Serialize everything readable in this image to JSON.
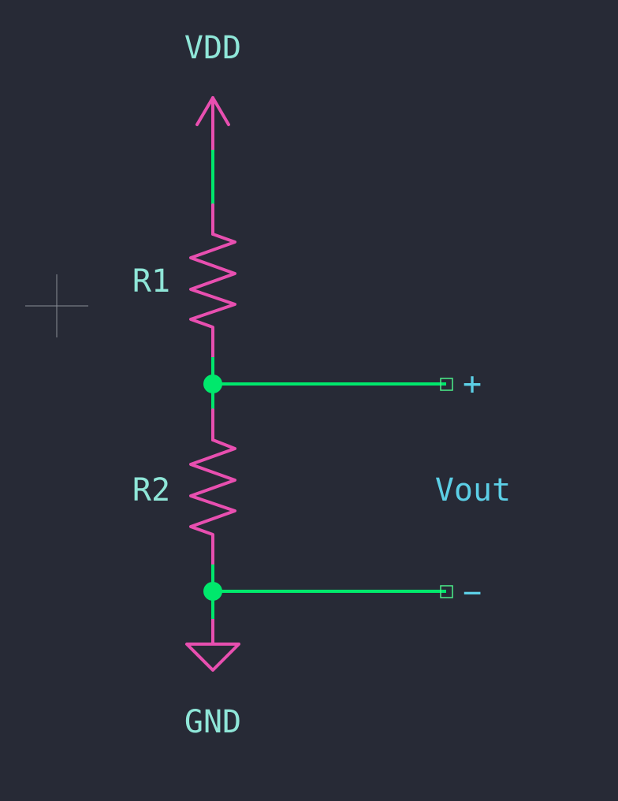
{
  "labels": {
    "supply": "VDD",
    "ground": "GND",
    "r1": "R1",
    "r2": "R2",
    "output": "Vout",
    "plus": "+",
    "minus": "−"
  },
  "colors": {
    "background": "#272a36",
    "symbol": "#e84fb0",
    "wire": "#00e86c",
    "label": "#8fe6d8",
    "port_label": "#5ccfe6",
    "cursor": "#8a8d96"
  }
}
